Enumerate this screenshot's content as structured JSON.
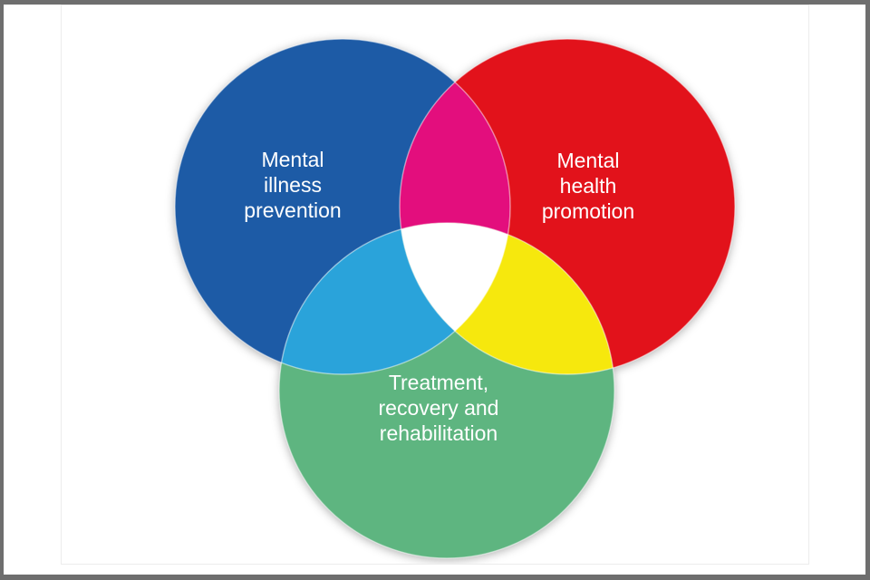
{
  "window": {
    "frame_color": "#6e6e6e",
    "background_color": "#ffffff",
    "panel_border_color": "#ececec"
  },
  "diagram": {
    "type": "venn",
    "text_color": "#ffffff",
    "outline_color": "rgba(255,255,255,0.5)",
    "circles": [
      {
        "name": "mental-illness-prevention",
        "color": "#1d5ba6",
        "label_lines": [
          "Mental",
          "illness",
          "prevention"
        ]
      },
      {
        "name": "mental-health-promotion",
        "color": "#e2121b",
        "label_lines": [
          "Mental",
          "health",
          "promotion"
        ]
      },
      {
        "name": "treatment-recovery-rehabilitation",
        "color": "#5eb580",
        "label_lines": [
          "Treatment,",
          "recovery and",
          "rehabilitation"
        ]
      }
    ],
    "overlaps": [
      {
        "name": "prevention-and-promotion",
        "color": "#e30e7d"
      },
      {
        "name": "prevention-and-treatment",
        "color": "#2aa3da"
      },
      {
        "name": "promotion-and-treatment",
        "color": "#f6e80d"
      },
      {
        "name": "all-three",
        "color": "#ffffff"
      }
    ]
  }
}
